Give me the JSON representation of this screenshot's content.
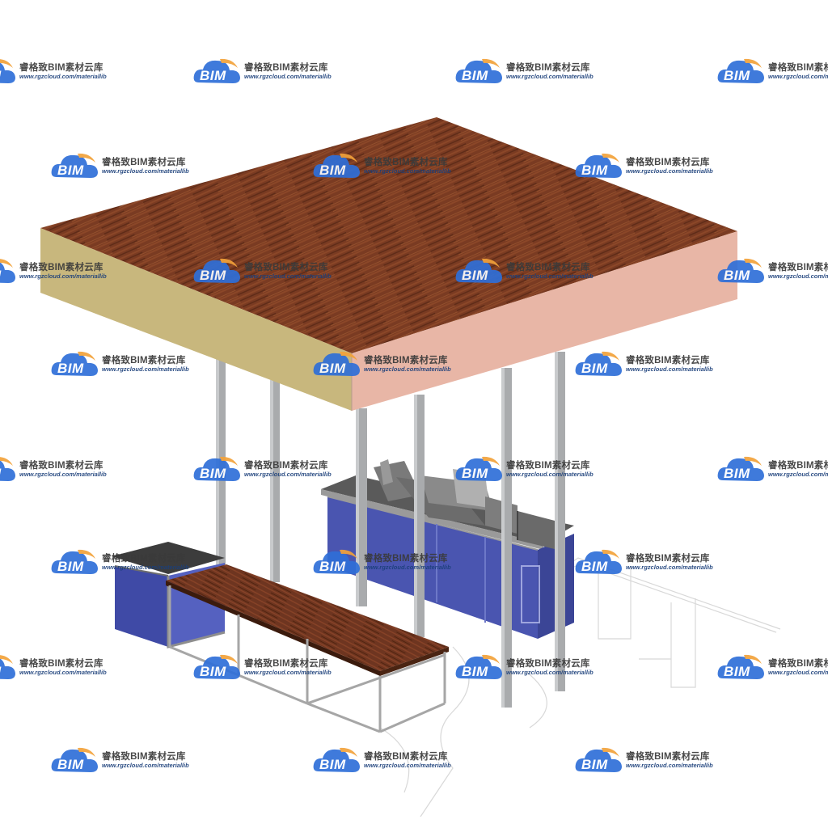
{
  "scene": {
    "subject": "canopy-kiosk-3d-model",
    "colors": {
      "roof_wood": "#7a3b22",
      "roof_front_face": "#c8b77d",
      "roof_right_face": "#e8b6a6",
      "counter_blue": "#4a55b0",
      "counter_top": "#8f8f8f",
      "post_gray": "#a9abad",
      "bench_wood": "#6e3520"
    }
  },
  "watermark": {
    "logo_text": "BIM",
    "brand_text": "睿格致BIM素材云库",
    "url_text": "www.rgzcloud.com/materiallib",
    "logo_colors": {
      "cloud_blue": "#2f6fd8",
      "swoosh_orange": "#f2a23a"
    }
  }
}
